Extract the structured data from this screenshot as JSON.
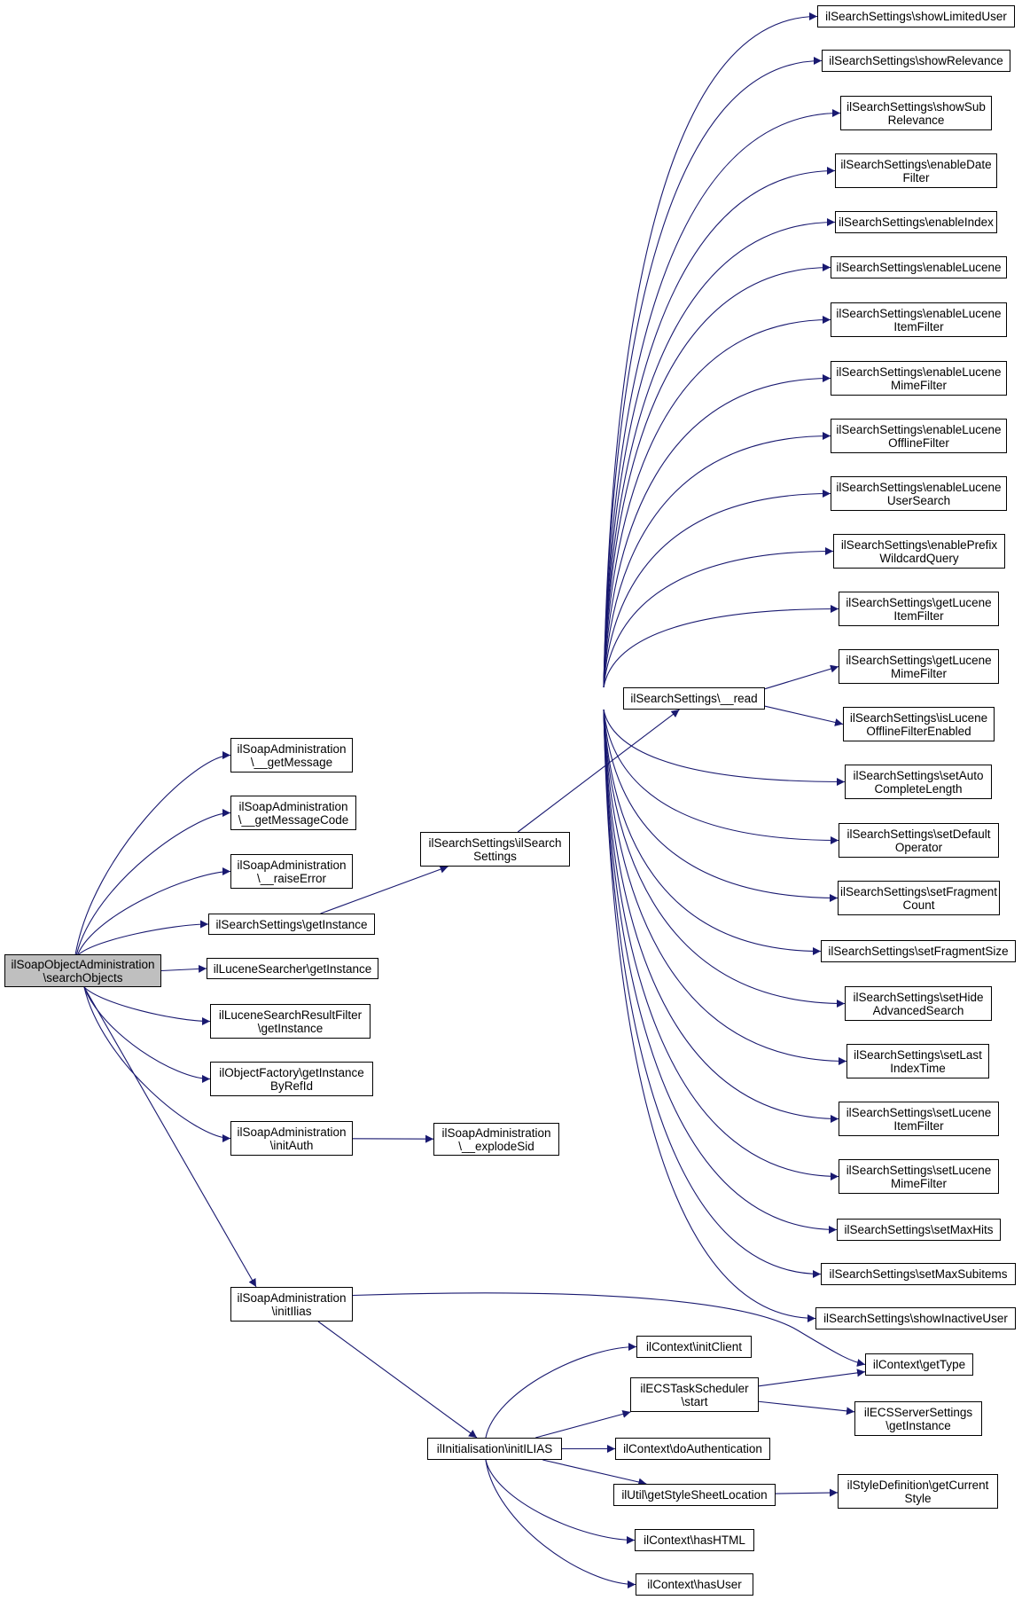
{
  "diagram": {
    "title": "",
    "colors": {
      "edge": "#191970",
      "node_border": "#000000",
      "node_fill": "#ffffff",
      "root_fill": "#bfbfbf"
    },
    "nodes": [
      {
        "id": "root",
        "label": "ilSoapObjectAdministration\n\\searchObjects"
      },
      {
        "id": "getMessage",
        "label": "ilSoapAdministration\n\\__getMessage"
      },
      {
        "id": "getMessageCode",
        "label": "ilSoapAdministration\n\\__getMessageCode"
      },
      {
        "id": "raiseError",
        "label": "ilSoapAdministration\n\\__raiseError"
      },
      {
        "id": "ssGetInstance",
        "label": "ilSearchSettings\\getInstance"
      },
      {
        "id": "luceneSearcher",
        "label": "ilLuceneSearcher\\getInstance"
      },
      {
        "id": "resultFilter",
        "label": "ilLuceneSearchResultFilter\n\\getInstance"
      },
      {
        "id": "objectFactory",
        "label": "ilObjectFactory\\getInstance\nByRefId"
      },
      {
        "id": "initAuth",
        "label": "ilSoapAdministration\n\\initAuth"
      },
      {
        "id": "explodeSid",
        "label": "ilSoapAdministration\n\\__explodeSid"
      },
      {
        "id": "initIlias",
        "label": "ilSoapAdministration\n\\initIlias"
      },
      {
        "id": "ssConstruct",
        "label": "ilSearchSettings\\ilSearch\nSettings"
      },
      {
        "id": "ssRead",
        "label": "ilSearchSettings\\__read"
      },
      {
        "id": "r1",
        "label": "ilSearchSettings\\showLimitedUser"
      },
      {
        "id": "r2",
        "label": "ilSearchSettings\\showRelevance"
      },
      {
        "id": "r3",
        "label": "ilSearchSettings\\showSub\nRelevance"
      },
      {
        "id": "r4",
        "label": "ilSearchSettings\\enableDate\nFilter"
      },
      {
        "id": "r5",
        "label": "ilSearchSettings\\enableIndex"
      },
      {
        "id": "r6",
        "label": "ilSearchSettings\\enableLucene"
      },
      {
        "id": "r7",
        "label": "ilSearchSettings\\enableLucene\nItemFilter"
      },
      {
        "id": "r8",
        "label": "ilSearchSettings\\enableLucene\nMimeFilter"
      },
      {
        "id": "r9",
        "label": "ilSearchSettings\\enableLucene\nOfflineFilter"
      },
      {
        "id": "r10",
        "label": "ilSearchSettings\\enableLucene\nUserSearch"
      },
      {
        "id": "r11",
        "label": "ilSearchSettings\\enablePrefix\nWildcardQuery"
      },
      {
        "id": "r12",
        "label": "ilSearchSettings\\getLucene\nItemFilter"
      },
      {
        "id": "r13",
        "label": "ilSearchSettings\\getLucene\nMimeFilter"
      },
      {
        "id": "r14",
        "label": "ilSearchSettings\\isLucene\nOfflineFilterEnabled"
      },
      {
        "id": "r15",
        "label": "ilSearchSettings\\setAuto\nCompleteLength"
      },
      {
        "id": "r16",
        "label": "ilSearchSettings\\setDefault\nOperator"
      },
      {
        "id": "r17",
        "label": "ilSearchSettings\\setFragment\nCount"
      },
      {
        "id": "r18",
        "label": "ilSearchSettings\\setFragmentSize"
      },
      {
        "id": "r19",
        "label": "ilSearchSettings\\setHide\nAdvancedSearch"
      },
      {
        "id": "r20",
        "label": "ilSearchSettings\\setLast\nIndexTime"
      },
      {
        "id": "r21",
        "label": "ilSearchSettings\\setLucene\nItemFilter"
      },
      {
        "id": "r22",
        "label": "ilSearchSettings\\setLucene\nMimeFilter"
      },
      {
        "id": "r23",
        "label": "ilSearchSettings\\setMaxHits"
      },
      {
        "id": "r24",
        "label": "ilSearchSettings\\setMaxSubitems"
      },
      {
        "id": "r25",
        "label": "ilSearchSettings\\showInactiveUser"
      },
      {
        "id": "getType",
        "label": "ilContext\\getType"
      },
      {
        "id": "initILIAS",
        "label": "ilInitialisation\\initILIAS"
      },
      {
        "id": "initClient",
        "label": "ilContext\\initClient"
      },
      {
        "id": "ecsStart",
        "label": "ilECSTaskScheduler\n\\start"
      },
      {
        "id": "ecsServer",
        "label": "ilECSServerSettings\n\\getInstance"
      },
      {
        "id": "doAuth",
        "label": "ilContext\\doAuthentication"
      },
      {
        "id": "styleSheet",
        "label": "ilUtil\\getStyleSheetLocation"
      },
      {
        "id": "styleCurrent",
        "label": "ilStyleDefinition\\getCurrent\nStyle"
      },
      {
        "id": "hasHTML",
        "label": "ilContext\\hasHTML"
      },
      {
        "id": "hasUser",
        "label": "ilContext\\hasUser"
      }
    ],
    "edges": [
      [
        "root",
        "getMessage"
      ],
      [
        "root",
        "getMessageCode"
      ],
      [
        "root",
        "raiseError"
      ],
      [
        "root",
        "ssGetInstance"
      ],
      [
        "root",
        "luceneSearcher"
      ],
      [
        "root",
        "resultFilter"
      ],
      [
        "root",
        "objectFactory"
      ],
      [
        "root",
        "initAuth"
      ],
      [
        "root",
        "initIlias"
      ],
      [
        "ssGetInstance",
        "ssConstruct"
      ],
      [
        "ssConstruct",
        "ssRead"
      ],
      [
        "ssRead",
        "r1"
      ],
      [
        "ssRead",
        "r2"
      ],
      [
        "ssRead",
        "r3"
      ],
      [
        "ssRead",
        "r4"
      ],
      [
        "ssRead",
        "r5"
      ],
      [
        "ssRead",
        "r6"
      ],
      [
        "ssRead",
        "r7"
      ],
      [
        "ssRead",
        "r8"
      ],
      [
        "ssRead",
        "r9"
      ],
      [
        "ssRead",
        "r10"
      ],
      [
        "ssRead",
        "r11"
      ],
      [
        "ssRead",
        "r12"
      ],
      [
        "ssRead",
        "r13"
      ],
      [
        "ssRead",
        "r14"
      ],
      [
        "ssRead",
        "r15"
      ],
      [
        "ssRead",
        "r16"
      ],
      [
        "ssRead",
        "r17"
      ],
      [
        "ssRead",
        "r18"
      ],
      [
        "ssRead",
        "r19"
      ],
      [
        "ssRead",
        "r20"
      ],
      [
        "ssRead",
        "r21"
      ],
      [
        "ssRead",
        "r22"
      ],
      [
        "ssRead",
        "r23"
      ],
      [
        "ssRead",
        "r24"
      ],
      [
        "ssRead",
        "r25"
      ],
      [
        "initAuth",
        "explodeSid"
      ],
      [
        "initIlias",
        "getType"
      ],
      [
        "initIlias",
        "initILIAS"
      ],
      [
        "initILIAS",
        "initClient"
      ],
      [
        "initILIAS",
        "ecsStart"
      ],
      [
        "initILIAS",
        "doAuth"
      ],
      [
        "initILIAS",
        "styleSheet"
      ],
      [
        "initILIAS",
        "hasHTML"
      ],
      [
        "initILIAS",
        "hasUser"
      ],
      [
        "ecsStart",
        "getType"
      ],
      [
        "ecsStart",
        "ecsServer"
      ],
      [
        "styleSheet",
        "styleCurrent"
      ]
    ]
  }
}
